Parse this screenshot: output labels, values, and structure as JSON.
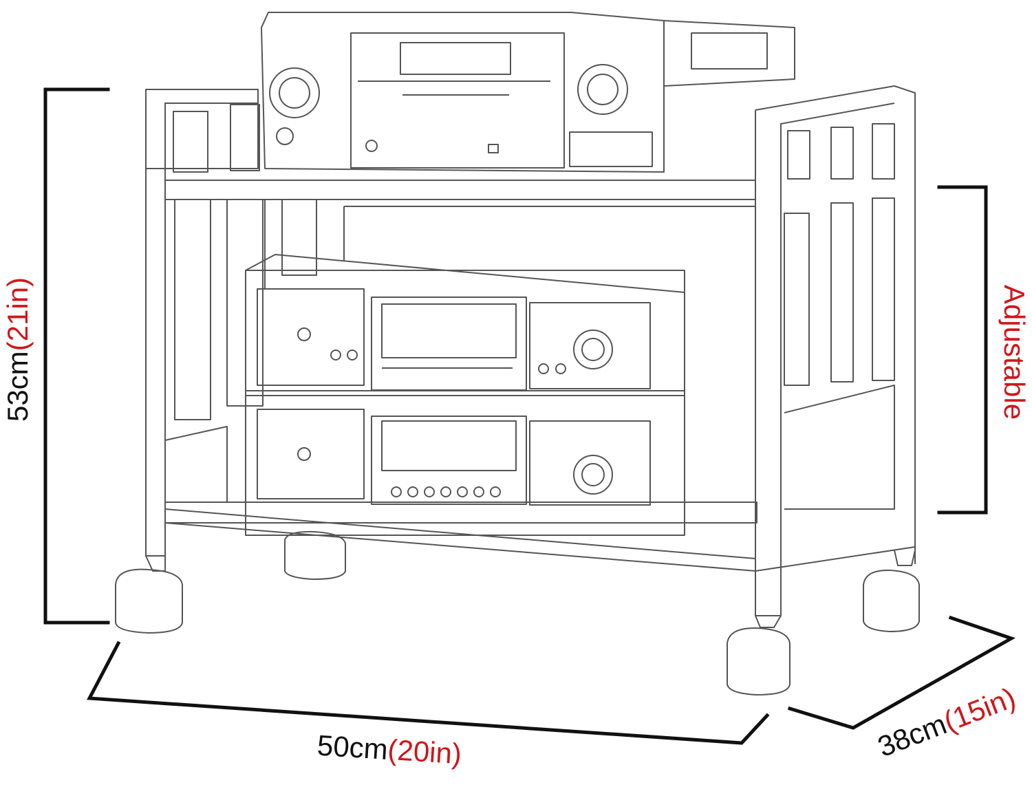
{
  "dimensions": {
    "height": {
      "metric": "53cm",
      "imperial": "(21in)"
    },
    "adjustable": {
      "label": "Adjustable"
    },
    "width": {
      "metric": "50cm",
      "imperial": "(20in)"
    },
    "depth": {
      "metric": "38cm",
      "imperial": "(15in)"
    }
  },
  "colors": {
    "line": "#111111",
    "sketch": "#555555",
    "imperial": "#d0161a"
  }
}
